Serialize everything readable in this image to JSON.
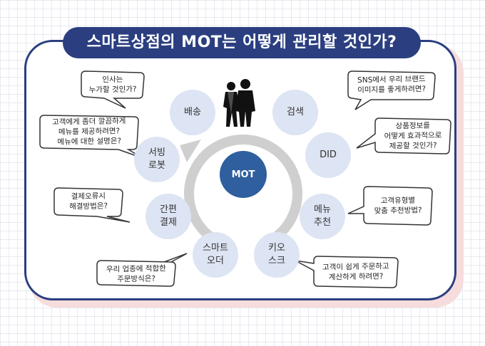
{
  "title": "스마트상점의 MOT는 어떻게 관리할 것인가?",
  "center": "MOT",
  "nodes": {
    "delivery": "배송",
    "search": "검색",
    "serving_robot": "서빙\n로봇",
    "did": "DID",
    "easy_pay": "간편\n결제",
    "menu_recommend": "메뉴\n추천",
    "smart_order": "스마트\n오더",
    "kiosk": "키오\n스크"
  },
  "bubbles": {
    "greeting": "인사는\n누가할 것인가?",
    "serving_menu": "고객에게 좀더 깔끔하게\n메뉴를 제공하려면?\n메뉴에 대한 설명은?",
    "payment_error": "결제오류시\n해결방법은?",
    "order_method": "우리 업종에 적합한\n주문방식은?",
    "sns_brand": "SNS에서 우리 브랜드\n이미지를 좋게하려면?",
    "product_info": "상품정보를\n어떻게 효과적으로\n제공할 것인가?",
    "recommend_method": "고객유형별\n맞춤 추천방법?",
    "easy_order": "고객이 쉽게 주문하고\n계산하게 하려면?"
  }
}
